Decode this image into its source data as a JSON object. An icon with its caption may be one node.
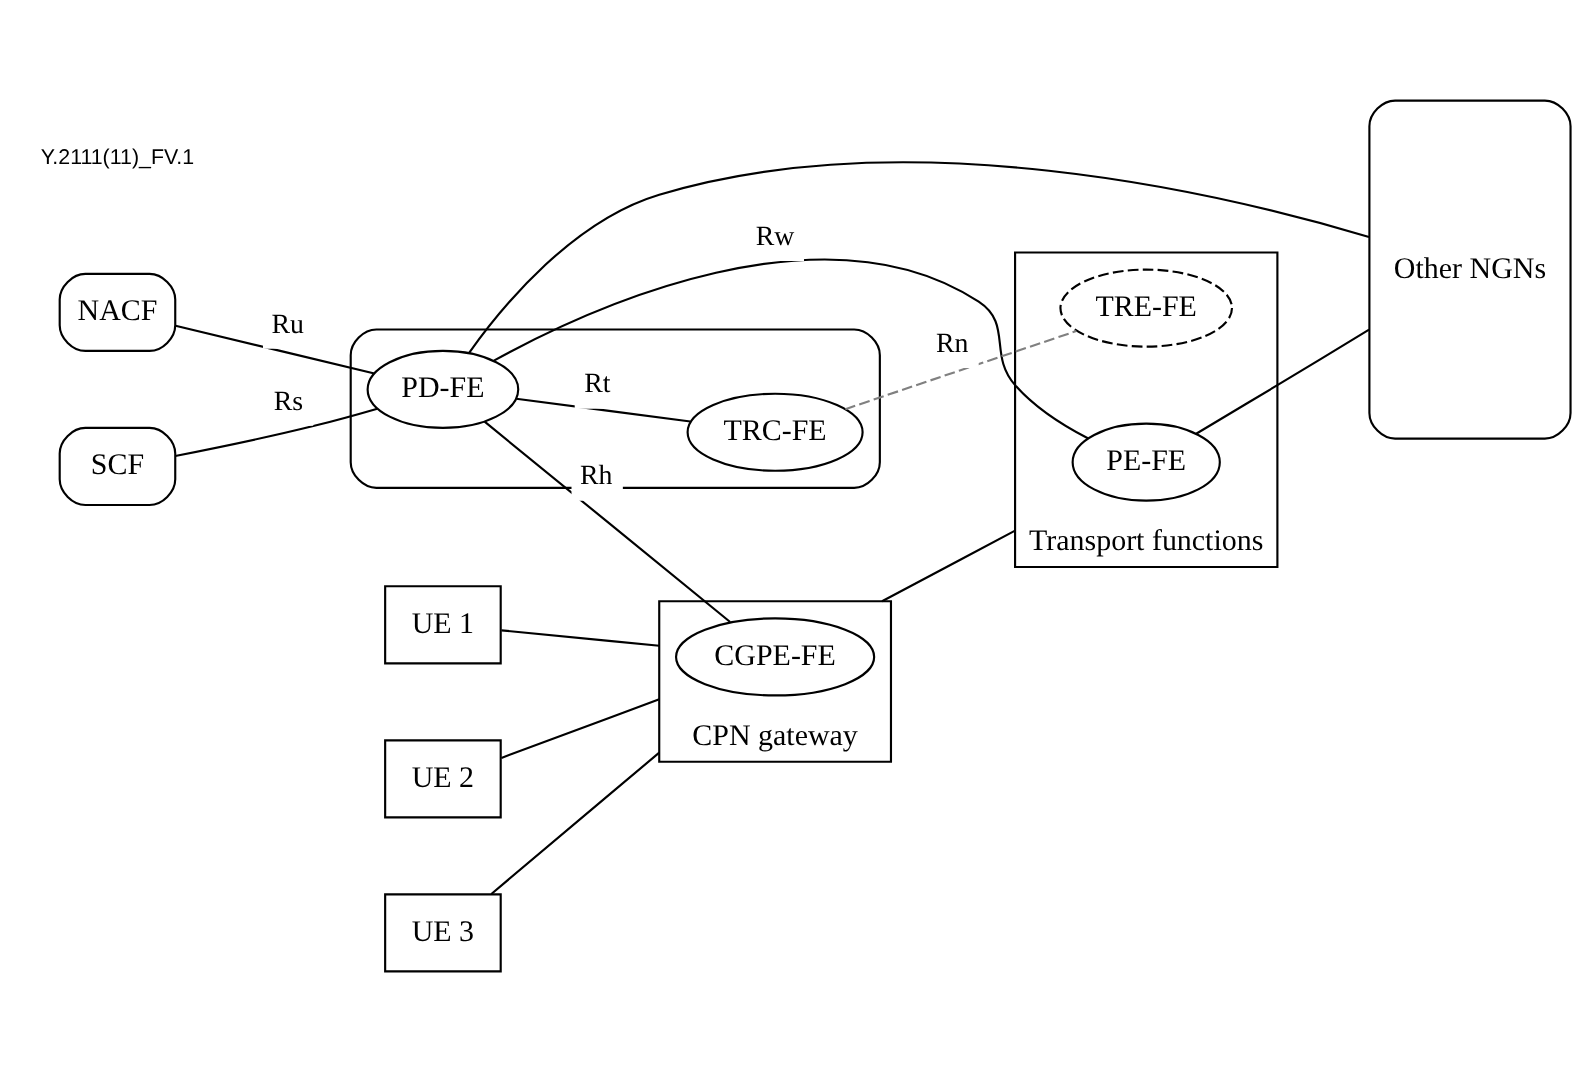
{
  "diagram": {
    "nodes": [
      {
        "text": [
          "NACF"
        ]
      },
      {
        "text": [
          "SCF"
        ]
      },
      {
        "text": [],
        "shape": "box"
      },
      {
        "text": [
          "PD-FE"
        ],
        "in": 2
      },
      {
        "text": [
          "TRC-FE"
        ],
        "in": 2
      },
      {
        "text": [
          "Other NGNs"
        ]
      },
      {
        "text": [
          "UE 1"
        ]
      },
      {
        "text": [
          "UE 2"
        ]
      },
      {
        "text": [
          "UE 3"
        ]
      },
      {
        "text": [
          "CPN gateway"
        ]
      },
      {
        "text": [
          "CGPE-FE"
        ],
        "in": 9
      },
      {
        "text": [
          "Transport functions"
        ]
      },
      {
        "text": [
          "PE-FE"
        ],
        "in": 11
      },
      {
        "text": [
          "TRE-FE"
        ],
        "in": 11
      }
    ],
    "edges": [
      {
        "from": 0,
        "to": 3,
        "arrow": "none",
        "label": "Ru"
      },
      {
        "from": 1,
        "to": 3,
        "arrow": "none",
        "label": "Rs"
      },
      {
        "from": 3,
        "to": 5,
        "arrow": "none"
      },
      {
        "from": 3,
        "to": 4,
        "arrow": "none",
        "label": "Rt"
      },
      {
        "from": 3,
        "to": 10,
        "arrow": "none",
        "label": "Rh"
      },
      {
        "from": 3,
        "to": 12,
        "arrow": "none",
        "label": "Rw"
      },
      {
        "from": 4,
        "to": 13,
        "arrow": "none",
        "label": "Rn",
        "style": "dashed",
        "color": "#808080"
      },
      {
        "from": 12,
        "to": 5,
        "arrow": "none"
      },
      {
        "from": 6,
        "to": 9,
        "arrow": "none"
      },
      {
        "from": 7,
        "to": 9,
        "arrow": "none"
      },
      {
        "from": 8,
        "to": 9,
        "arrow": "none"
      },
      {
        "from": 9,
        "to": 11,
        "arrow": "none"
      }
    ],
    "labels": [
      "Y.2111(11)_FV.1"
    ]
  }
}
